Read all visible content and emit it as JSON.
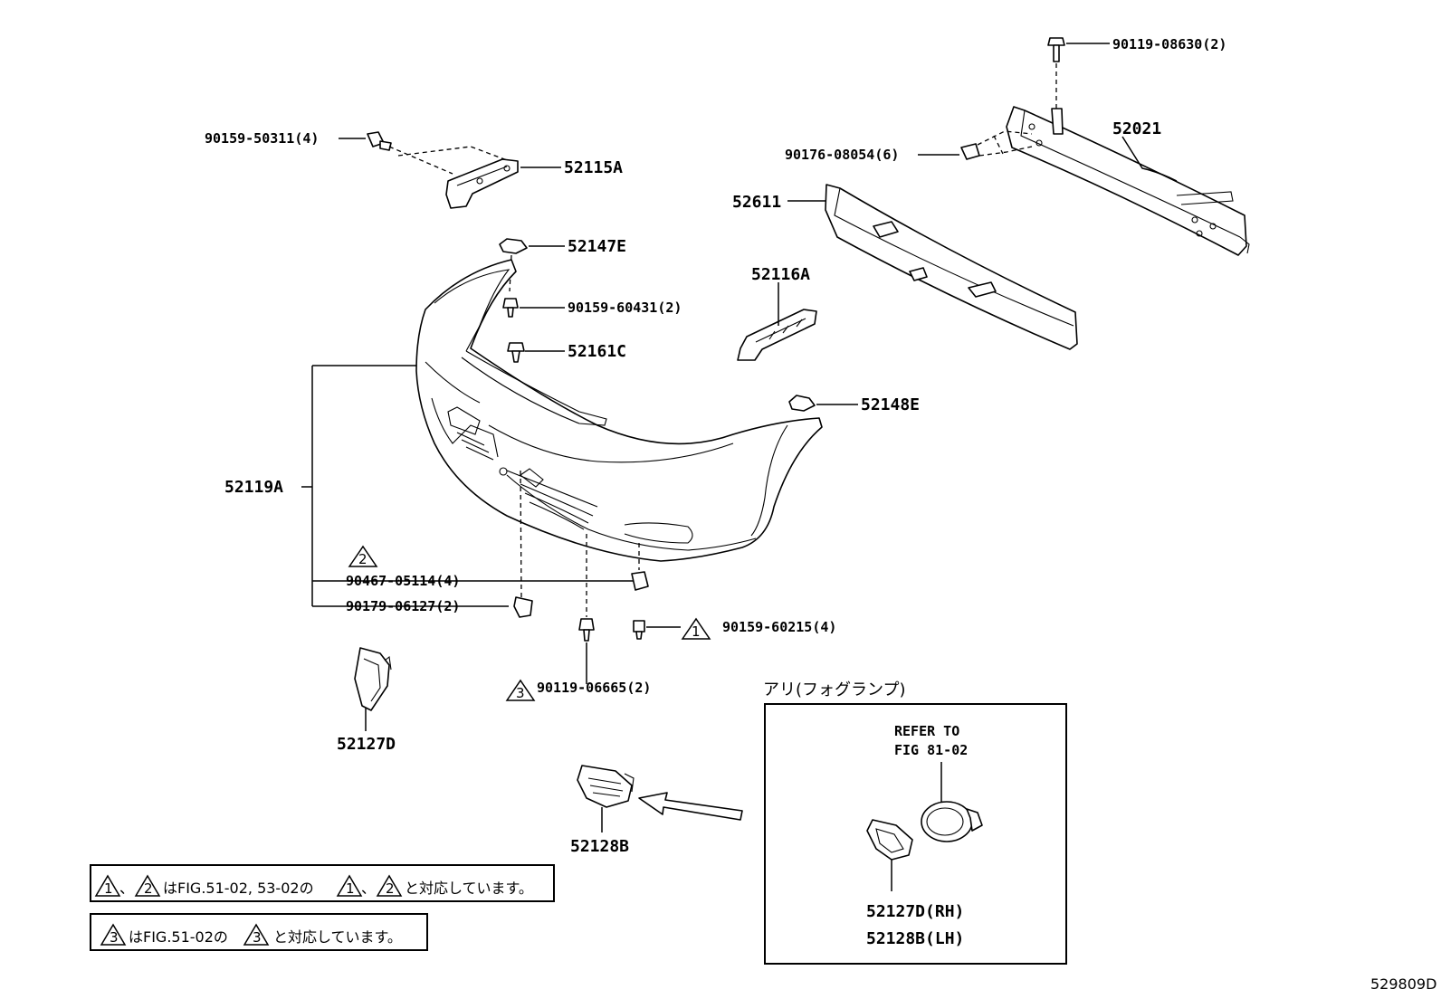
{
  "parts": {
    "p90119_08630": "90119-08630(2)",
    "p52021": "52021",
    "p90176_08054": "90176-08054(6)",
    "p52611": "52611",
    "p90159_50311": "90159-50311(4)",
    "p52115A": "52115A",
    "p52147E": "52147E",
    "p90159_60431": "90159-60431(2)",
    "p52161C": "52161C",
    "p52116A": "52116A",
    "p52148E": "52148E",
    "p52119A": "52119A",
    "p90467_05114": "90467-05114(4)",
    "p90179_06127": "90179-06127(2)",
    "p90159_60215": "90159-60215(4)",
    "p90119_06665": "90119-06665(2)",
    "p52127D": "52127D",
    "p52128B": "52128B",
    "p52127D_RH": "52127D(RH)",
    "p52128B_LH": "52128B(LH)"
  },
  "markers": {
    "one": "1",
    "two": "2",
    "three": "3"
  },
  "foglamp": {
    "title": "アリ(フォグランプ)",
    "refer_line1": "REFER TO",
    "refer_line2": "FIG 81-02"
  },
  "notes": {
    "sep": "、",
    "note1_text": "はFIG.51-02, 53-02の",
    "note1_tail": "と対応しています。",
    "note2_text": "はFIG.51-02の",
    "note2_tail": "と対応しています。"
  },
  "figure_id": "529809D"
}
